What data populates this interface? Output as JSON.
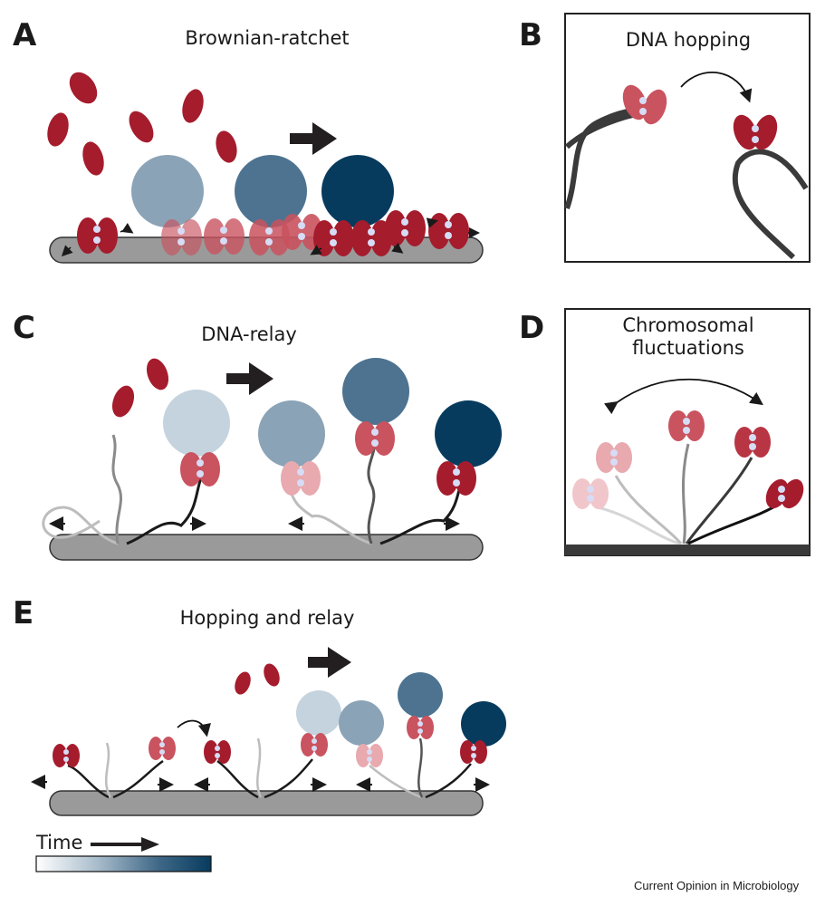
{
  "panels": {
    "a": {
      "letter": "A",
      "title": "Brownian-ratchet"
    },
    "b": {
      "letter": "B",
      "title": "DNA hopping"
    },
    "c": {
      "letter": "C",
      "title": "DNA-relay"
    },
    "d": {
      "letter": "D",
      "title_line1": "Chromosomal",
      "title_line2": "fluctuations"
    },
    "e": {
      "letter": "E",
      "title": "Hopping and relay"
    }
  },
  "legend": {
    "label": "Time"
  },
  "credit": "Current Opinion in Microbiology",
  "colors": {
    "protein": "#a51c2d",
    "protein_faded": "#c9535f",
    "protein_pale": "#e8a9af",
    "bead": "#d6dcf5",
    "cargo_1": "#c5d3de",
    "cargo_2": "#8ba3b6",
    "cargo_3": "#4d7390",
    "cargo_4": "#073b5e",
    "dna_track": "#9a9a9a",
    "dna_strand": "#2b2b2b"
  }
}
